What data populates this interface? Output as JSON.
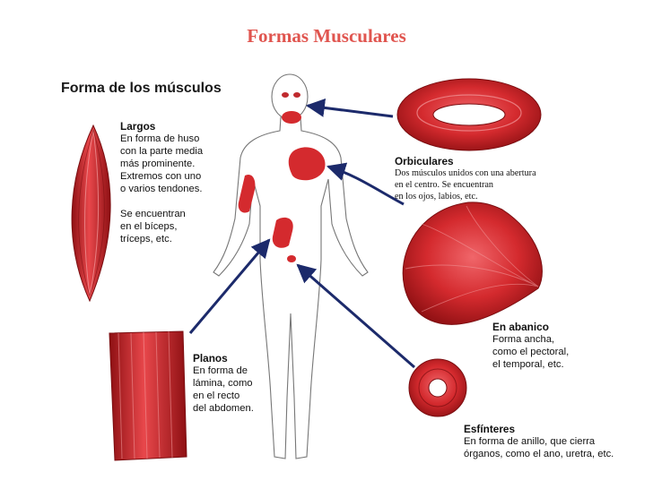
{
  "slide_title": "Formas Musculares",
  "heading": "Forma de los músculos",
  "colors": {
    "title": "#e0554f",
    "muscle": "#d42a2e",
    "muscle_dark": "#8e1013",
    "arrow": "#1c2a6b"
  },
  "muscle_types": [
    {
      "id": "largos",
      "name": "Largos",
      "lines": [
        "En forma de huso",
        "con la parte media",
        "más prominente.",
        "Extremos con uno",
        "o varios tendones."
      ],
      "lines_extra": [
        "Se encuentran",
        "en el bíceps,",
        "tríceps, etc."
      ]
    },
    {
      "id": "orbiculares",
      "name": "Orbiculares",
      "lines": [
        "Dos músculos unidos con una abertura",
        "en el centro. Se encuentran",
        "en los ojos, labios, etc."
      ]
    },
    {
      "id": "abanico",
      "name": "En abanico",
      "lines": [
        "Forma ancha,",
        "como el pectoral,",
        "el temporal, etc."
      ]
    },
    {
      "id": "planos",
      "name": "Planos",
      "lines": [
        "En forma de",
        "lámina, como",
        "en el recto",
        "del abdomen."
      ]
    },
    {
      "id": "esfinteres",
      "name": "Esfínteres",
      "lines": [
        "En forma de anillo, que cierra",
        "órganos, como el ano, uretra, etc."
      ]
    }
  ]
}
